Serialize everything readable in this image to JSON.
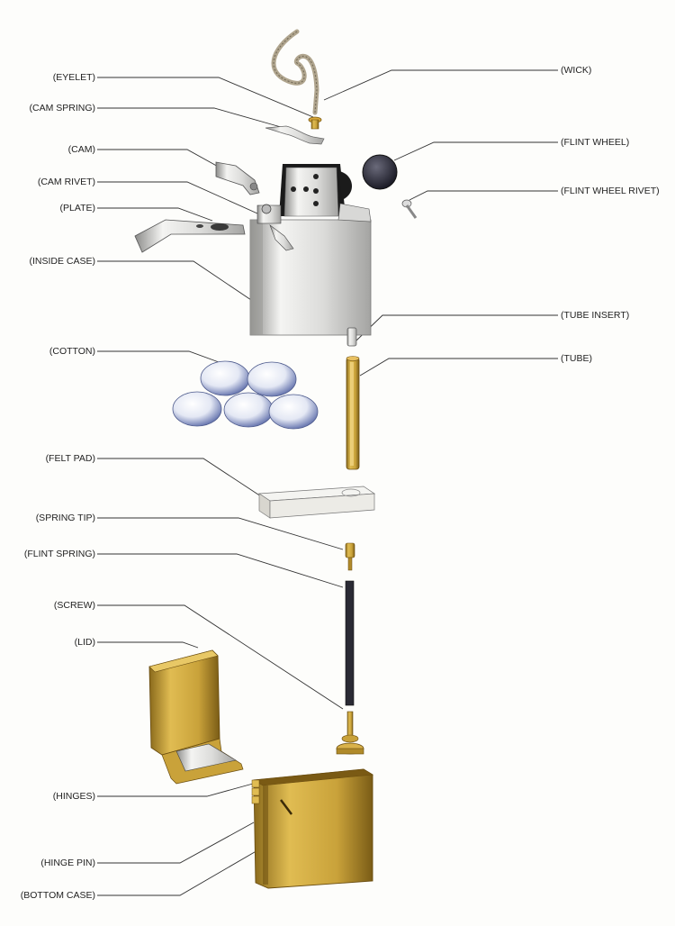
{
  "labels": {
    "eyelet": "(EYELET)",
    "cam_spring": "(CAM SPRING)",
    "cam": "(CAM)",
    "cam_rivet": "(CAM RIVET)",
    "plate": "(PLATE)",
    "inside_case": "(INSIDE CASE)",
    "cotton": "(COTTON)",
    "felt_pad": "(FELT PAD)",
    "spring_tip": "(SPRING TIP)",
    "flint_spring": "(FLINT SPRING)",
    "screw": "(SCREW)",
    "lid": "(LID)",
    "hinges": "(HINGES)",
    "hinge_pin": "(HINGE PIN)",
    "bottom_case": "(BOTTOM CASE)",
    "wick": "(WICK)",
    "flint_wheel": "(FLINT WHEEL)",
    "flint_wheel_rivet": "(FLINT WHEEL RIVET)",
    "tube_insert": "(TUBE INSERT)",
    "tube": "(TUBE)"
  },
  "colors": {
    "brass": "#c9a23a",
    "brass_dark": "#8a6a1c",
    "chrome": "#e8e8e6",
    "chrome_dark": "#9a9a98",
    "cotton": "#c9d0ea",
    "leader": "#333333"
  }
}
